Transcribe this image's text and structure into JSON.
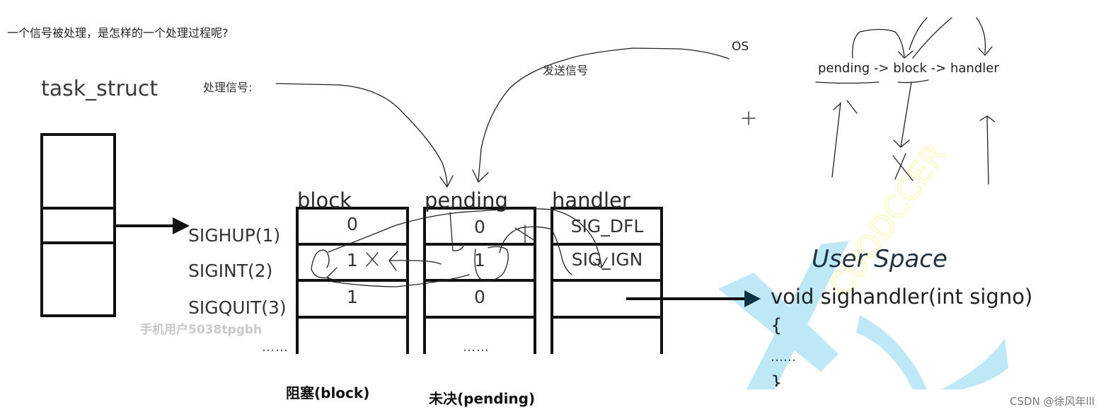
{
  "question": "一个信号被处理，是怎样的一个处理过程呢?",
  "task_struct": {
    "title": "task_struct"
  },
  "annotations": {
    "handle_signal": "处理信号:",
    "send_signal": "发送信号",
    "os": "OS",
    "flow": "pending -> block -> handler"
  },
  "table": {
    "columns": [
      "block",
      "pending",
      "handler"
    ],
    "signals": [
      "SIGHUP(1)",
      "SIGINT(2)",
      "SIGQUIT(3)"
    ],
    "rows": [
      {
        "block": "0",
        "pending": "0",
        "handler": "SIG_DFL"
      },
      {
        "block": "1",
        "pending": "1",
        "handler": "SIG_IGN"
      },
      {
        "block": "1",
        "pending": "0",
        "handler": ""
      }
    ],
    "ellipsis": "……",
    "block_caption": "阻塞(block)",
    "pending_caption": "未决(pending)"
  },
  "user_space": {
    "title": "User Space",
    "code": [
      "void sighandler(int signo)",
      "{",
      "……",
      "}"
    ]
  },
  "watermarks": {
    "user": "手机用户5038tpgbh",
    "diagonal": "CUODCCER",
    "csdn": "CSDN @徐风年lll"
  },
  "colors": {
    "line": "#111111",
    "watermark_blue": "#bfe8f7",
    "watermark_yellow": "#fffbd0"
  }
}
